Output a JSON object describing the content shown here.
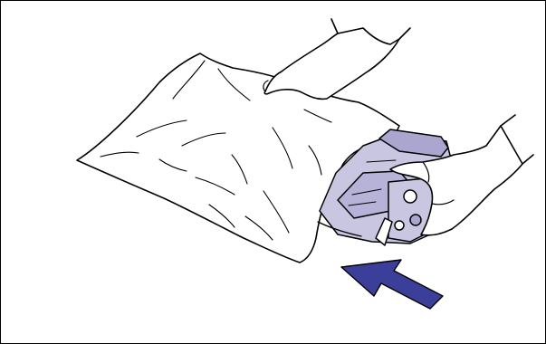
{
  "figure": {
    "kind": "instruction-illustration",
    "depicts": [
      "protective-bag",
      "toner-cartridge",
      "left-hand",
      "right-hand",
      "direction-arrow"
    ],
    "colors": {
      "outline": "#000000",
      "background": "#ffffff",
      "cartridge_fill": "#c9c6e2",
      "cartridge_shade": "#aaa6cf",
      "arrow_fill": "#3b3f9a"
    }
  }
}
